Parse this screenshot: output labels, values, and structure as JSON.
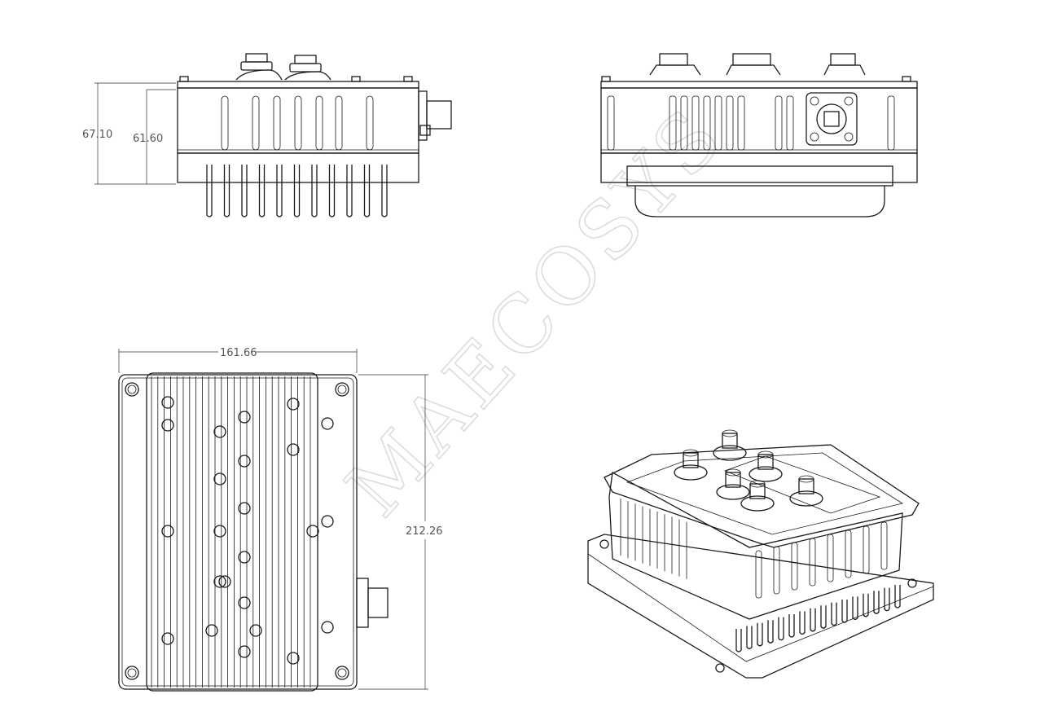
{
  "watermark": "MAECOSYS",
  "dimensions": {
    "overall_height": "67.10",
    "body_height": "61.60",
    "width": "161.66",
    "length": "212.26"
  },
  "colors": {
    "line": "#1a1a1a",
    "dimension_text": "#555555",
    "watermark": "#dcdcdc",
    "background": "#ffffff"
  }
}
